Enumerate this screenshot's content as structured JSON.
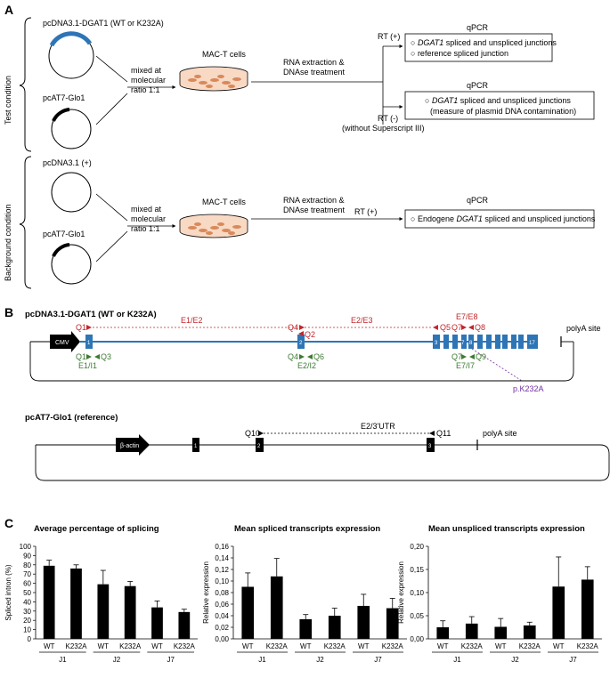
{
  "panels": {
    "a": "A",
    "b": "B",
    "c": "C"
  },
  "panel_a": {
    "test": {
      "side_label": "Test condition",
      "plasmid1": "pcDNA3.1-DGAT1 (WT or K232A)",
      "plasmid2": "pcAT7-Glo1",
      "mix": [
        "mixed at",
        "molecular",
        "ratio 1:1"
      ],
      "cells": "MAC-T cells",
      "extraction": [
        "RNA extraction &",
        "DNAse treatment"
      ],
      "rt_plus": "RT (+)",
      "rt_minus": "RT (-)",
      "rt_minus_note": "(without Superscript III)",
      "qpcr1": "qPCR",
      "qpcr1_line1_pre": "DGAT1",
      "qpcr1_line1_post": " spliced and unspliced junctions",
      "qpcr1_line2": "reference spliced junction",
      "qpcr2": "qPCR",
      "qpcr2_line1_pre": "DGAT1",
      "qpcr2_line1_post": " spliced and unspliced junctions",
      "qpcr2_line2": "(measure of plasmid DNA contamination)"
    },
    "background": {
      "side_label": "Background condition",
      "plasmid1": "pcDNA3.1 (+)",
      "plasmid2": "pcAT7-Glo1",
      "mix": [
        "mixed at",
        "molecular",
        "ratio 1:1"
      ],
      "cells": "MAC-T cells",
      "extraction": [
        "RNA extraction &",
        "DNAse treatment"
      ],
      "rt_plus": "RT (+)",
      "qpcr": "qPCR",
      "qpcr_pre": "Endogene ",
      "qpcr_italic": "DGAT1",
      "qpcr_post": " spliced and unspliced junctions"
    }
  },
  "panel_b": {
    "construct1": {
      "title": "pcDNA3.1-DGAT1 (WT or K232A)",
      "promoter": "CMV",
      "polya": "polyA site",
      "exons": [
        "1",
        "2",
        "3",
        "7",
        "8",
        "17"
      ],
      "primers_red": [
        "Q1",
        "Q2",
        "Q4",
        "Q5",
        "Q7",
        "Q8"
      ],
      "primers_green": [
        "Q1",
        "Q3",
        "Q4",
        "Q6",
        "Q7",
        "Q9"
      ],
      "amplicons_red": [
        "E1/E2",
        "E2/E3",
        "E7/E8"
      ],
      "amplicons_green": [
        "E1/I1",
        "E2/I2",
        "E7/I7"
      ],
      "mutation": "p.K232A"
    },
    "construct2": {
      "title": "pcAT7-Glo1 (reference)",
      "promoter": "β-actin",
      "polya": "polyA site",
      "exons": [
        "1",
        "2",
        "3"
      ],
      "primers": [
        "Q10",
        "Q11"
      ],
      "amplicon": "E2/3'UTR"
    }
  },
  "chart_data": [
    {
      "type": "bar",
      "title": "Average percentage of splicing",
      "ylabel": "Spliced intron (%)",
      "ylim": [
        0,
        100
      ],
      "yticks": [
        "0",
        "10",
        "20",
        "30",
        "40",
        "50",
        "60",
        "70",
        "80",
        "90",
        "100"
      ],
      "categories": [
        "WT",
        "K232A",
        "WT",
        "K232A",
        "WT",
        "K232A"
      ],
      "groups": [
        "J1",
        "J2",
        "J7"
      ],
      "values": [
        79,
        76,
        59,
        57,
        34,
        29
      ],
      "errors": [
        6,
        4,
        15,
        5,
        7,
        3
      ]
    },
    {
      "type": "bar",
      "title": "Mean spliced transcripts expression",
      "ylabel": "Relative expression",
      "ylim": [
        0,
        0.16
      ],
      "yticks": [
        "0,00",
        "0,02",
        "0,04",
        "0,06",
        "0,08",
        "0,10",
        "0,12",
        "0,14",
        "0,16"
      ],
      "categories": [
        "WT",
        "K232A",
        "WT",
        "K232A",
        "WT",
        "K232A"
      ],
      "groups": [
        "J1",
        "J2",
        "J7"
      ],
      "values": [
        0.09,
        0.108,
        0.034,
        0.04,
        0.057,
        0.053
      ],
      "errors": [
        0.024,
        0.031,
        0.008,
        0.013,
        0.02,
        0.017
      ]
    },
    {
      "type": "bar",
      "title": "Mean unspliced transcripts expression",
      "ylabel": "Relative expression",
      "ylim": [
        0,
        0.2
      ],
      "yticks": [
        "0,00",
        "0,05",
        "0,10",
        "0,15",
        "0,20"
      ],
      "categories": [
        "WT",
        "K232A",
        "WT",
        "K232A",
        "WT",
        "K232A"
      ],
      "groups": [
        "J1",
        "J2",
        "J7"
      ],
      "values": [
        0.025,
        0.033,
        0.026,
        0.029,
        0.113,
        0.128
      ],
      "errors": [
        0.014,
        0.015,
        0.018,
        0.007,
        0.064,
        0.028
      ]
    }
  ],
  "colors": {
    "blue": "#2e75b6",
    "red": "#c0272d",
    "green": "#3d7a34",
    "purple": "#7030a0",
    "cell": "#d9895a",
    "dish": "#f7d9c4"
  }
}
